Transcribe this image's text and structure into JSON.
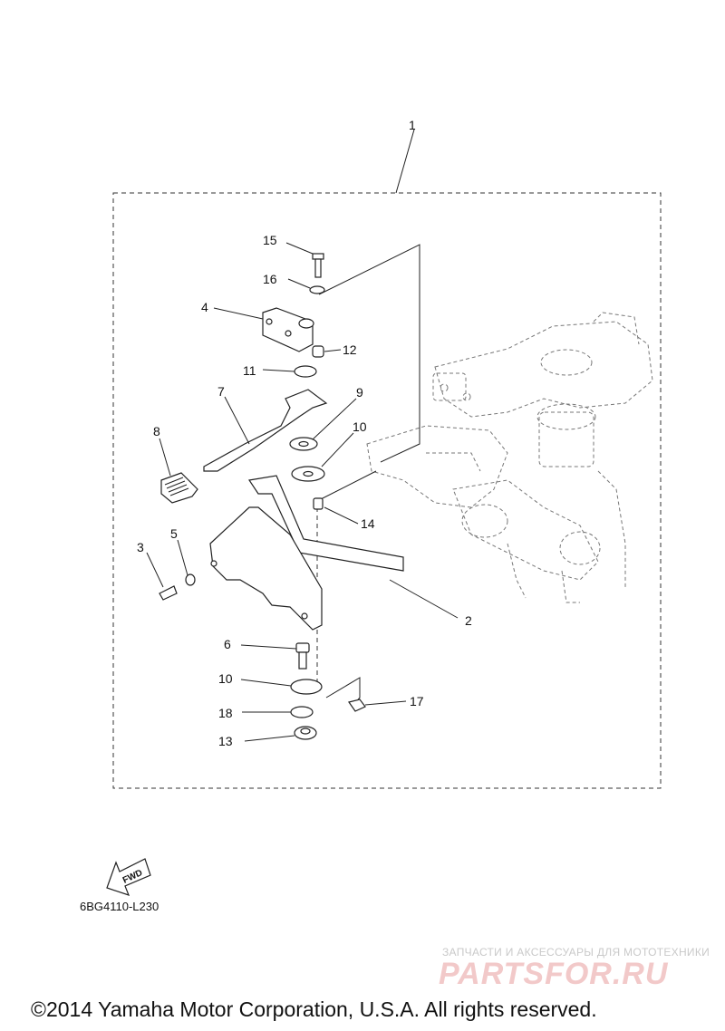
{
  "diagram": {
    "drawing_code": "6BG4110-L230",
    "fwd_label": "FWD",
    "callouts": [
      "1",
      "2",
      "3",
      "4",
      "5",
      "6",
      "7",
      "8",
      "9",
      "10",
      "10",
      "11",
      "12",
      "13",
      "14",
      "15",
      "16",
      "17",
      "18"
    ]
  },
  "watermark": {
    "line1": "ЗАПЧАСТИ И АКСЕССУАРЫ ДЛЯ МОТОТЕХНИКИ",
    "logo": "PARTSFOR.RU"
  },
  "footer": {
    "copyright": "©2014 Yamaha Motor Corporation, U.S.A. All rights reserved."
  }
}
